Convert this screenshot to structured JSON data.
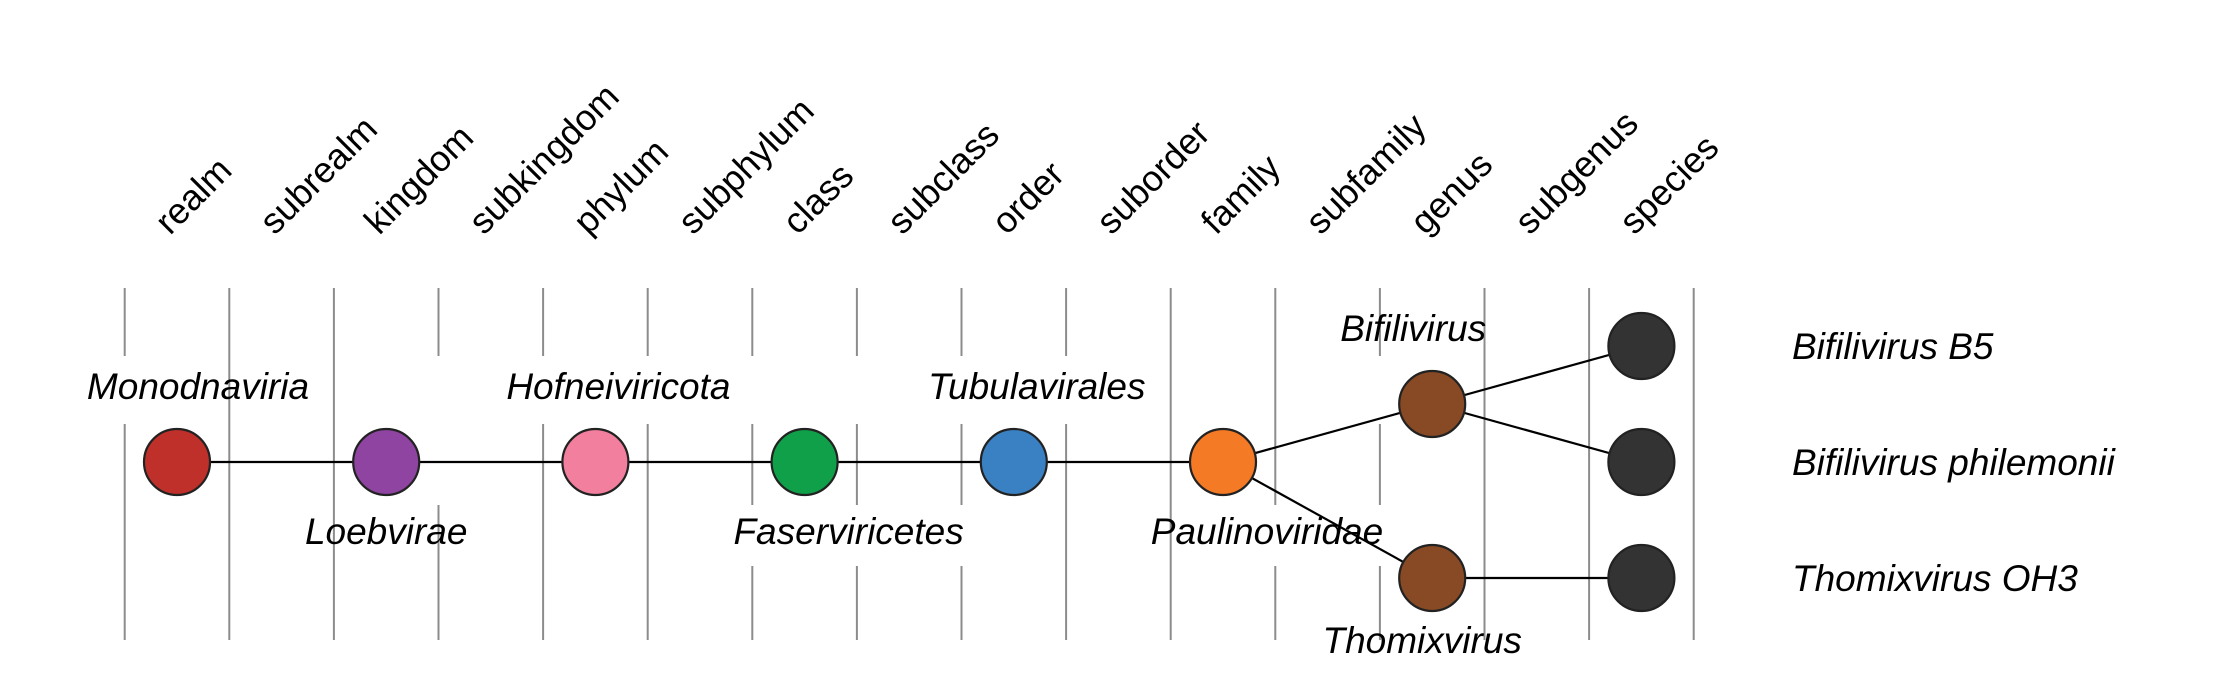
{
  "ranks": [
    "realm",
    "subrealm",
    "kingdom",
    "subkingdom",
    "phylum",
    "subphylum",
    "class",
    "subclass",
    "order",
    "suborder",
    "family",
    "subfamily",
    "genus",
    "subgenus",
    "species"
  ],
  "taxa": [
    {
      "id": "monodnaviria",
      "name": "Monodnaviria",
      "rank": "realm",
      "color": "#c0302b"
    },
    {
      "id": "loebvirae",
      "name": "Loebvirae",
      "rank": "kingdom",
      "color": "#8e44a0"
    },
    {
      "id": "hofneiviricota",
      "name": "Hofneiviricota",
      "rank": "phylum",
      "color": "#f27f9e"
    },
    {
      "id": "faserviricetes",
      "name": "Faserviricetes",
      "rank": "class",
      "color": "#10a04a"
    },
    {
      "id": "tubulavirales",
      "name": "Tubulavirales",
      "rank": "order",
      "color": "#3a81c4"
    },
    {
      "id": "paulinoviridae",
      "name": "Paulinoviridae",
      "rank": "family",
      "color": "#f47a25"
    },
    {
      "id": "bifilivirus",
      "name": "Bifilivirus",
      "rank": "genus",
      "color": "#874a24"
    },
    {
      "id": "thomixvirus",
      "name": "Thomixvirus",
      "rank": "genus",
      "color": "#874a24"
    },
    {
      "id": "bifilivirus-b5",
      "name": "Bifilivirus B5",
      "rank": "species",
      "color": "#333333"
    },
    {
      "id": "bifilivirus-philemonii",
      "name": "Bifilivirus philemonii",
      "rank": "species",
      "color": "#333333"
    },
    {
      "id": "thomixvirus-oh3",
      "name": "Thomixvirus OH3",
      "rank": "species",
      "color": "#333333"
    }
  ],
  "edges": [
    [
      "monodnaviria",
      "loebvirae"
    ],
    [
      "loebvirae",
      "hofneiviricota"
    ],
    [
      "hofneiviricota",
      "faserviricetes"
    ],
    [
      "faserviricetes",
      "tubulavirales"
    ],
    [
      "tubulavirales",
      "paulinoviridae"
    ],
    [
      "paulinoviridae",
      "bifilivirus"
    ],
    [
      "paulinoviridae",
      "thomixvirus"
    ],
    [
      "bifilivirus",
      "bifilivirus-b5"
    ],
    [
      "bifilivirus",
      "bifilivirus-philemonii"
    ],
    [
      "thomixvirus",
      "thomixvirus-oh3"
    ]
  ]
}
